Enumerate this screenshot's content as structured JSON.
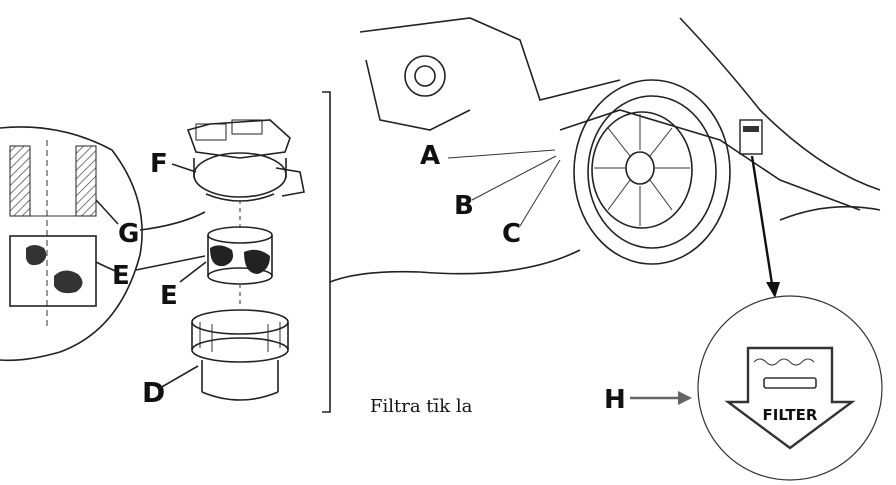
{
  "labels": {
    "a": "A",
    "b": "B",
    "c": "C",
    "d": "D",
    "e_detail": "E",
    "e_part": "E",
    "f": "F",
    "g": "G",
    "h": "H"
  },
  "caption": "Filtra tīk la",
  "filter_icon_text": "FILTER",
  "icons": [
    "water-waves-icon",
    "filter-arrow-icon"
  ]
}
